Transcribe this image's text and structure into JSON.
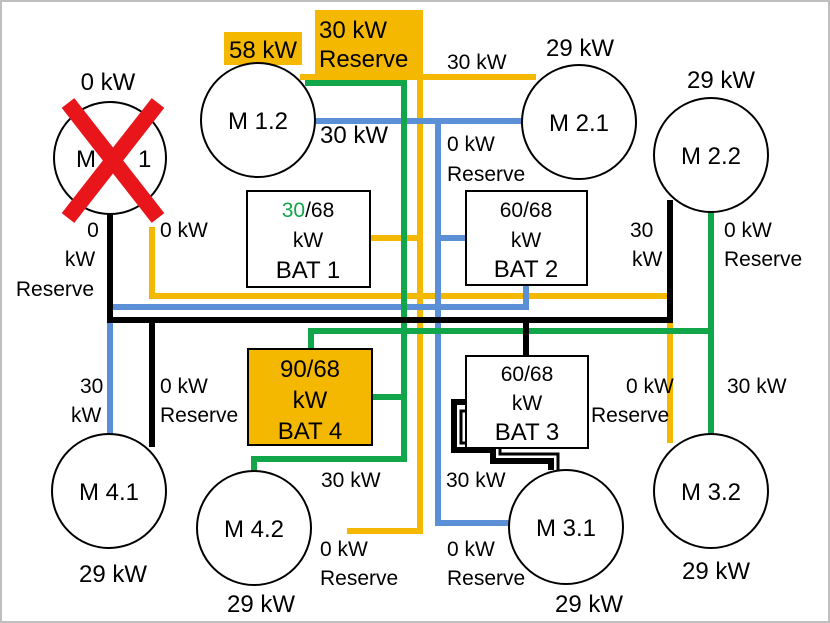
{
  "colors": {
    "green": "#12a64a",
    "blue": "#5b8fd6",
    "yellow": "#f5b800",
    "black": "#000000",
    "highlight_box": "#f5b800",
    "red_text": "#ff0000",
    "failure_cross": "#e8151b"
  },
  "motors": {
    "m11": {
      "name_pre": "M",
      "name_post": "1",
      "power_label": "0 kW",
      "failed": true
    },
    "m12": {
      "name": "M 1.2",
      "power_label": "58 kW"
    },
    "m21": {
      "name": "M 2.1",
      "power_label": "29 kW"
    },
    "m22": {
      "name": "M 2.2",
      "power_label": "29 kW"
    },
    "m41": {
      "name": "M 4.1",
      "power_label": "29 kW"
    },
    "m42": {
      "name": "M 4.2",
      "power_label": "29 kW"
    },
    "m31": {
      "name": "M 3.1",
      "power_label": "29 kW"
    },
    "m32": {
      "name": "M 3.2",
      "power_label": "29 kW"
    }
  },
  "batteries": {
    "bat1": {
      "charge": "30",
      "capacity": "/68",
      "unit": "kW",
      "name": "BAT 1"
    },
    "bat2": {
      "charge": "60/68",
      "unit": "kW",
      "name": "BAT 2"
    },
    "bat3": {
      "charge": "60/68",
      "unit": "kW",
      "name": "BAT 3"
    },
    "bat4": {
      "charge": "90/68",
      "unit": "kW",
      "name": "BAT 4"
    }
  },
  "link_labels": {
    "top_reserve_line1": "30 kW",
    "top_reserve_line2": "Reserve",
    "m12_to_m21": "30 kW",
    "m12_blue": "30 kW",
    "m21_reserve_line1": "0 kW",
    "m21_reserve_line2": "Reserve",
    "m11_reserve_line1": "0",
    "m11_reserve_line2": "kW",
    "m11_reserve_line3": "Reserve",
    "m11_green": "0 kW",
    "m22_black_line1": "30",
    "m22_black_line2": "kW",
    "m22_reserve_line1": "0 kW",
    "m22_reserve_line2": "Reserve",
    "m41_blue_line1": "30",
    "m41_blue_line2": "kW",
    "m41_reserve_line1": "0 kW",
    "m41_reserve_line2": "Reserve",
    "m42_green": "30 kW",
    "m42_reserve_line1": "0  kW",
    "m42_reserve_line2": "Reserve",
    "m31_black": "30 kW",
    "m31_reserve_line1": "0 kW",
    "m31_reserve_line2": "Reserve",
    "m32_reserve_line1": "0 kW",
    "m32_reserve_line2": "Reserve",
    "m32_green": "30 kW"
  }
}
